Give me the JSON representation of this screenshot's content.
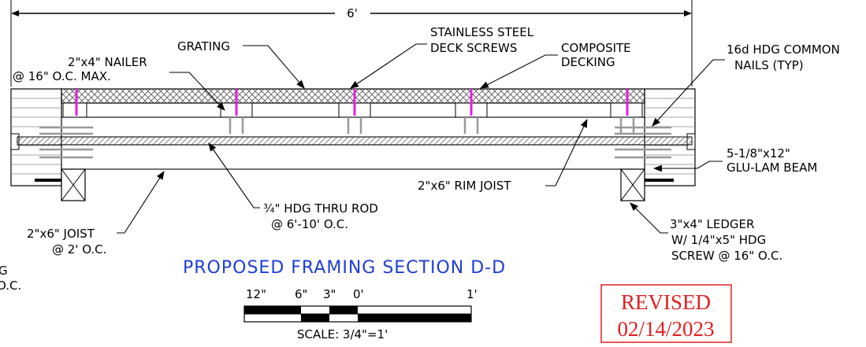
{
  "dimension": {
    "overall": "6'"
  },
  "labels": {
    "grating": "GRATING",
    "screws_line1": "STAINLESS STEEL",
    "screws_line2": "DECK SCREWS",
    "decking_line1": "COMPOSITE",
    "decking_line2": "DECKING",
    "nails_line1": "16d HDG COMMON",
    "nails_line2": "NAILS (TYP)",
    "nailer_line1": "2\"x4\" NAILER",
    "nailer_line2": "@ 16\" O.C. MAX.",
    "beam_line1": "5-1/8\"x12\"",
    "beam_line2": "GLU-LAM BEAM",
    "rim_joist": "2\"x6\" RIM JOIST",
    "rod_line1": "¾\" HDG THRU ROD",
    "rod_line2": "@ 6'-10' O.C.",
    "joist_line1": "2\"x6\" JOIST",
    "joist_line2": "@ 2' O.C.",
    "ledger_line1": "3\"x4\" LEDGER",
    "ledger_line2": "W/ 1/4\"x5\" HDG",
    "ledger_line3": "SCREW @ 16\" O.C.",
    "cut_line1": "G",
    "cut_line2": "O.C."
  },
  "title": "PROPOSED FRAMING SECTION D-D",
  "scale_bar": {
    "ticks": [
      "12\"",
      "6\"",
      "3\"",
      "0'",
      "1'"
    ],
    "caption": "SCALE: 3/4\"=1'"
  },
  "stamp": {
    "line1": "REVISED",
    "line2": "02/14/2023",
    "color": "#e0201f"
  },
  "colors": {
    "title": "#1e3dd6",
    "screws": "#e020e0",
    "stamp": "#e0201f"
  }
}
